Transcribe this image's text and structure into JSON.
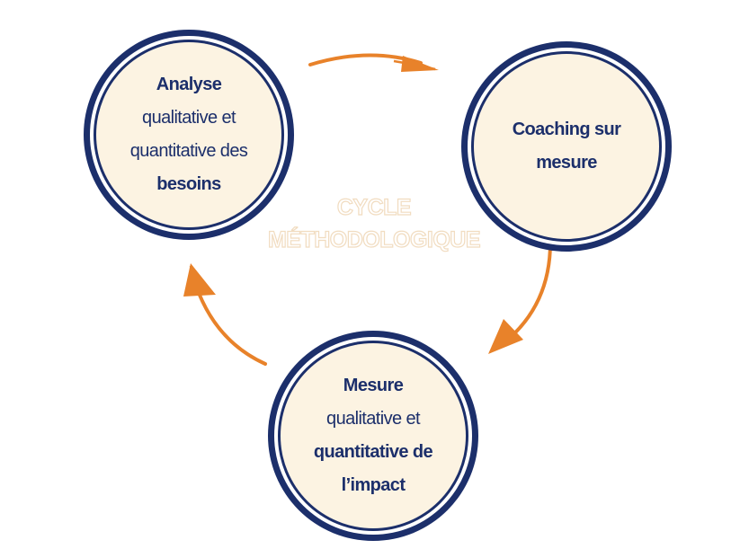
{
  "diagram": {
    "center_title": {
      "line1": "CYCLE",
      "line2": "MÉTHODOLOGIQUE"
    },
    "nodes": {
      "analyse": {
        "line1": "Analyse",
        "line2": "qualitative et",
        "line3": "quantitative des",
        "line4": "besoins"
      },
      "coaching": {
        "line1": "Coaching sur",
        "line2": "mesure"
      },
      "mesure": {
        "line1": "Mesure",
        "line2": "qualitative et",
        "line3": "quantitative de",
        "line4": "l’impact"
      }
    },
    "arrows": [
      "analyse-to-coaching",
      "coaching-to-mesure",
      "mesure-to-analyse"
    ]
  },
  "colors": {
    "navy": "#1c2f6b",
    "cream": "#fcf3e2",
    "orange": "#e8822a",
    "title_outline": "#f1dcc0"
  }
}
